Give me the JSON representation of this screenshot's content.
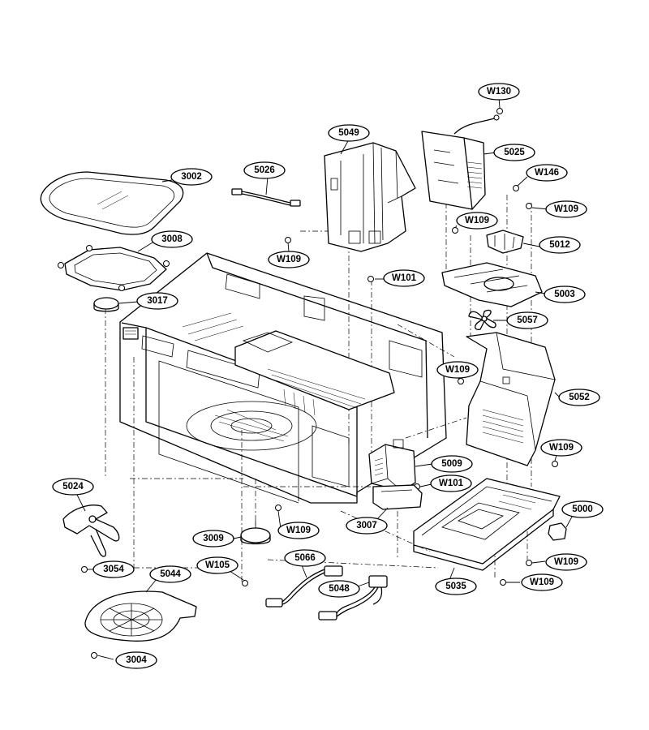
{
  "callouts": [
    {
      "label": "W130"
    },
    {
      "label": "5049"
    },
    {
      "label": "5025"
    },
    {
      "label": "W146"
    },
    {
      "label": "3002"
    },
    {
      "label": "5026"
    },
    {
      "label": "W109"
    },
    {
      "label": "W109"
    },
    {
      "label": "3008"
    },
    {
      "label": "W109"
    },
    {
      "label": "5012"
    },
    {
      "label": "W101"
    },
    {
      "label": "3017"
    },
    {
      "label": "5003"
    },
    {
      "label": "5057"
    },
    {
      "label": "W109"
    },
    {
      "label": "5052"
    },
    {
      "label": "W109"
    },
    {
      "label": "5009"
    },
    {
      "label": "5024"
    },
    {
      "label": "W101"
    },
    {
      "label": "5000"
    },
    {
      "label": "3007"
    },
    {
      "label": "W109"
    },
    {
      "label": "3009"
    },
    {
      "label": "5066"
    },
    {
      "label": "W109"
    },
    {
      "label": "3054"
    },
    {
      "label": "W105"
    },
    {
      "label": "5044"
    },
    {
      "label": "5048"
    },
    {
      "label": "W109"
    },
    {
      "label": "5035"
    },
    {
      "label": "3004"
    }
  ]
}
